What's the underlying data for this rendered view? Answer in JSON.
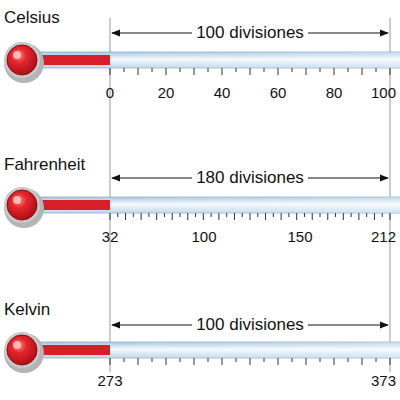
{
  "diagram": {
    "labels": [
      "Celsius",
      "100 divisiones",
      "0",
      "20",
      "40",
      "60",
      "80",
      "100",
      "Fahrenheit",
      "180 divisiones",
      "32",
      "100",
      "150",
      "212",
      "Kelvin",
      "100 divisiones",
      "273",
      "373"
    ]
  }
}
